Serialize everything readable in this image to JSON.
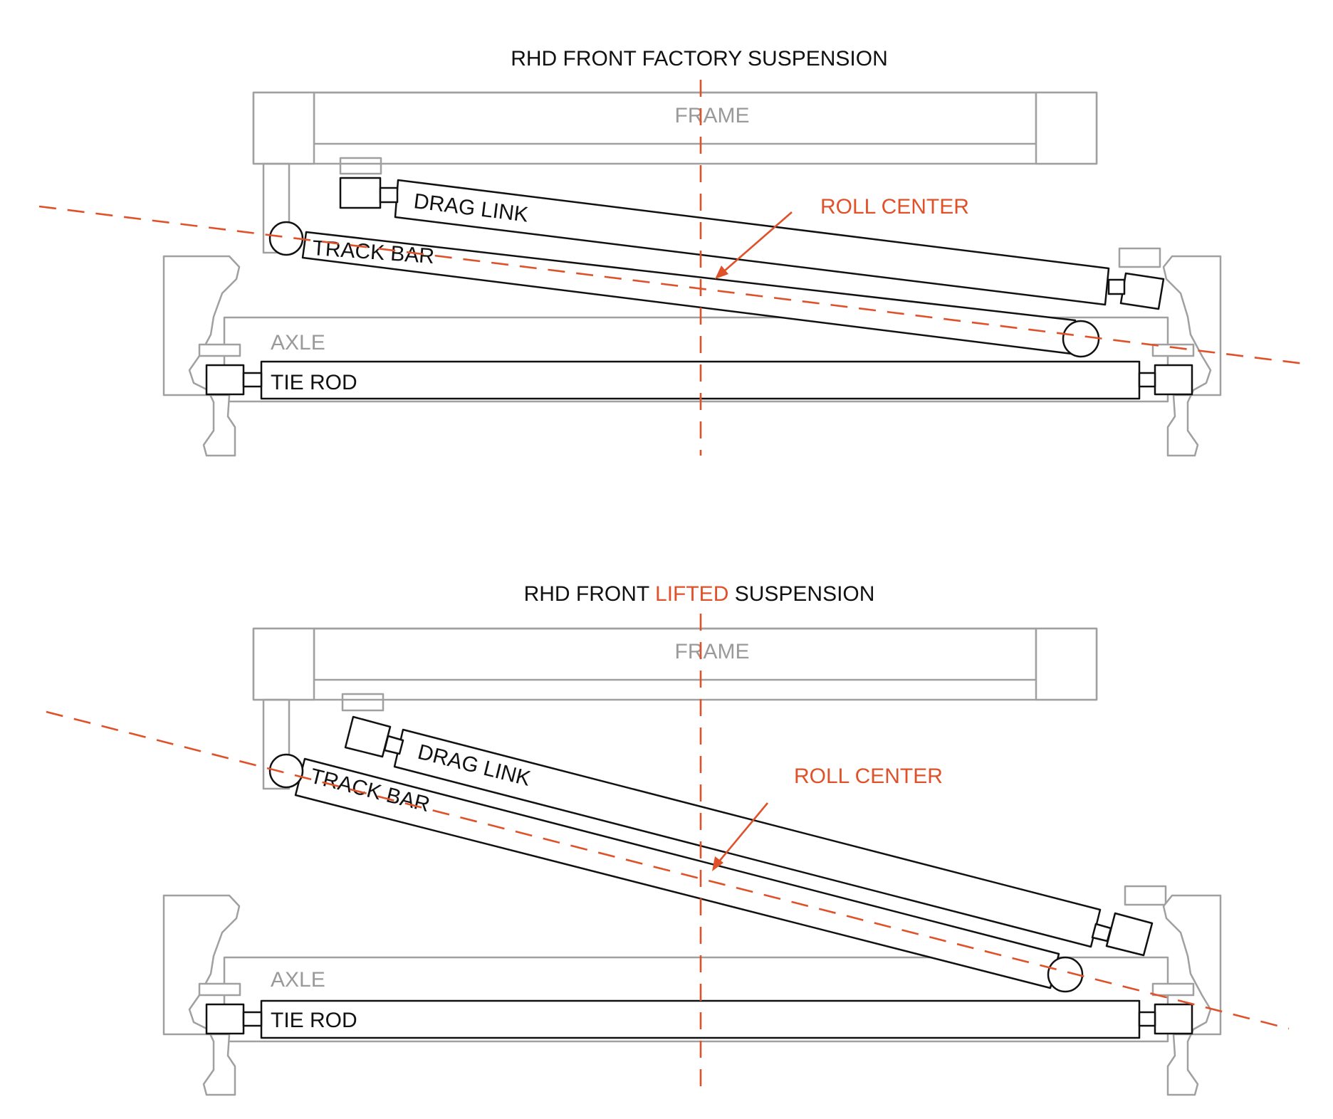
{
  "colors": {
    "accent": "#e0512a",
    "structure": "#a0a0a0",
    "component": "#111111",
    "background": "#ffffff"
  },
  "factory": {
    "title": "RHD FRONT FACTORY SUSPENSION",
    "frame_label": "FRAME",
    "drag_link_label": "DRAG LINK",
    "track_bar_label": "TRACK BAR",
    "axle_label": "AXLE",
    "tie_rod_label": "TIE ROD",
    "roll_center_label": "ROLL CENTER"
  },
  "lifted": {
    "title_before": "RHD FRONT ",
    "title_highlight": "LIFTED",
    "title_after": " SUSPENSION",
    "frame_label": "FRAME",
    "drag_link_label": "DRAG LINK",
    "track_bar_label": "TRACK BAR",
    "axle_label": "AXLE",
    "tie_rod_label": "TIE ROD",
    "roll_center_label": "ROLL CENTER"
  }
}
